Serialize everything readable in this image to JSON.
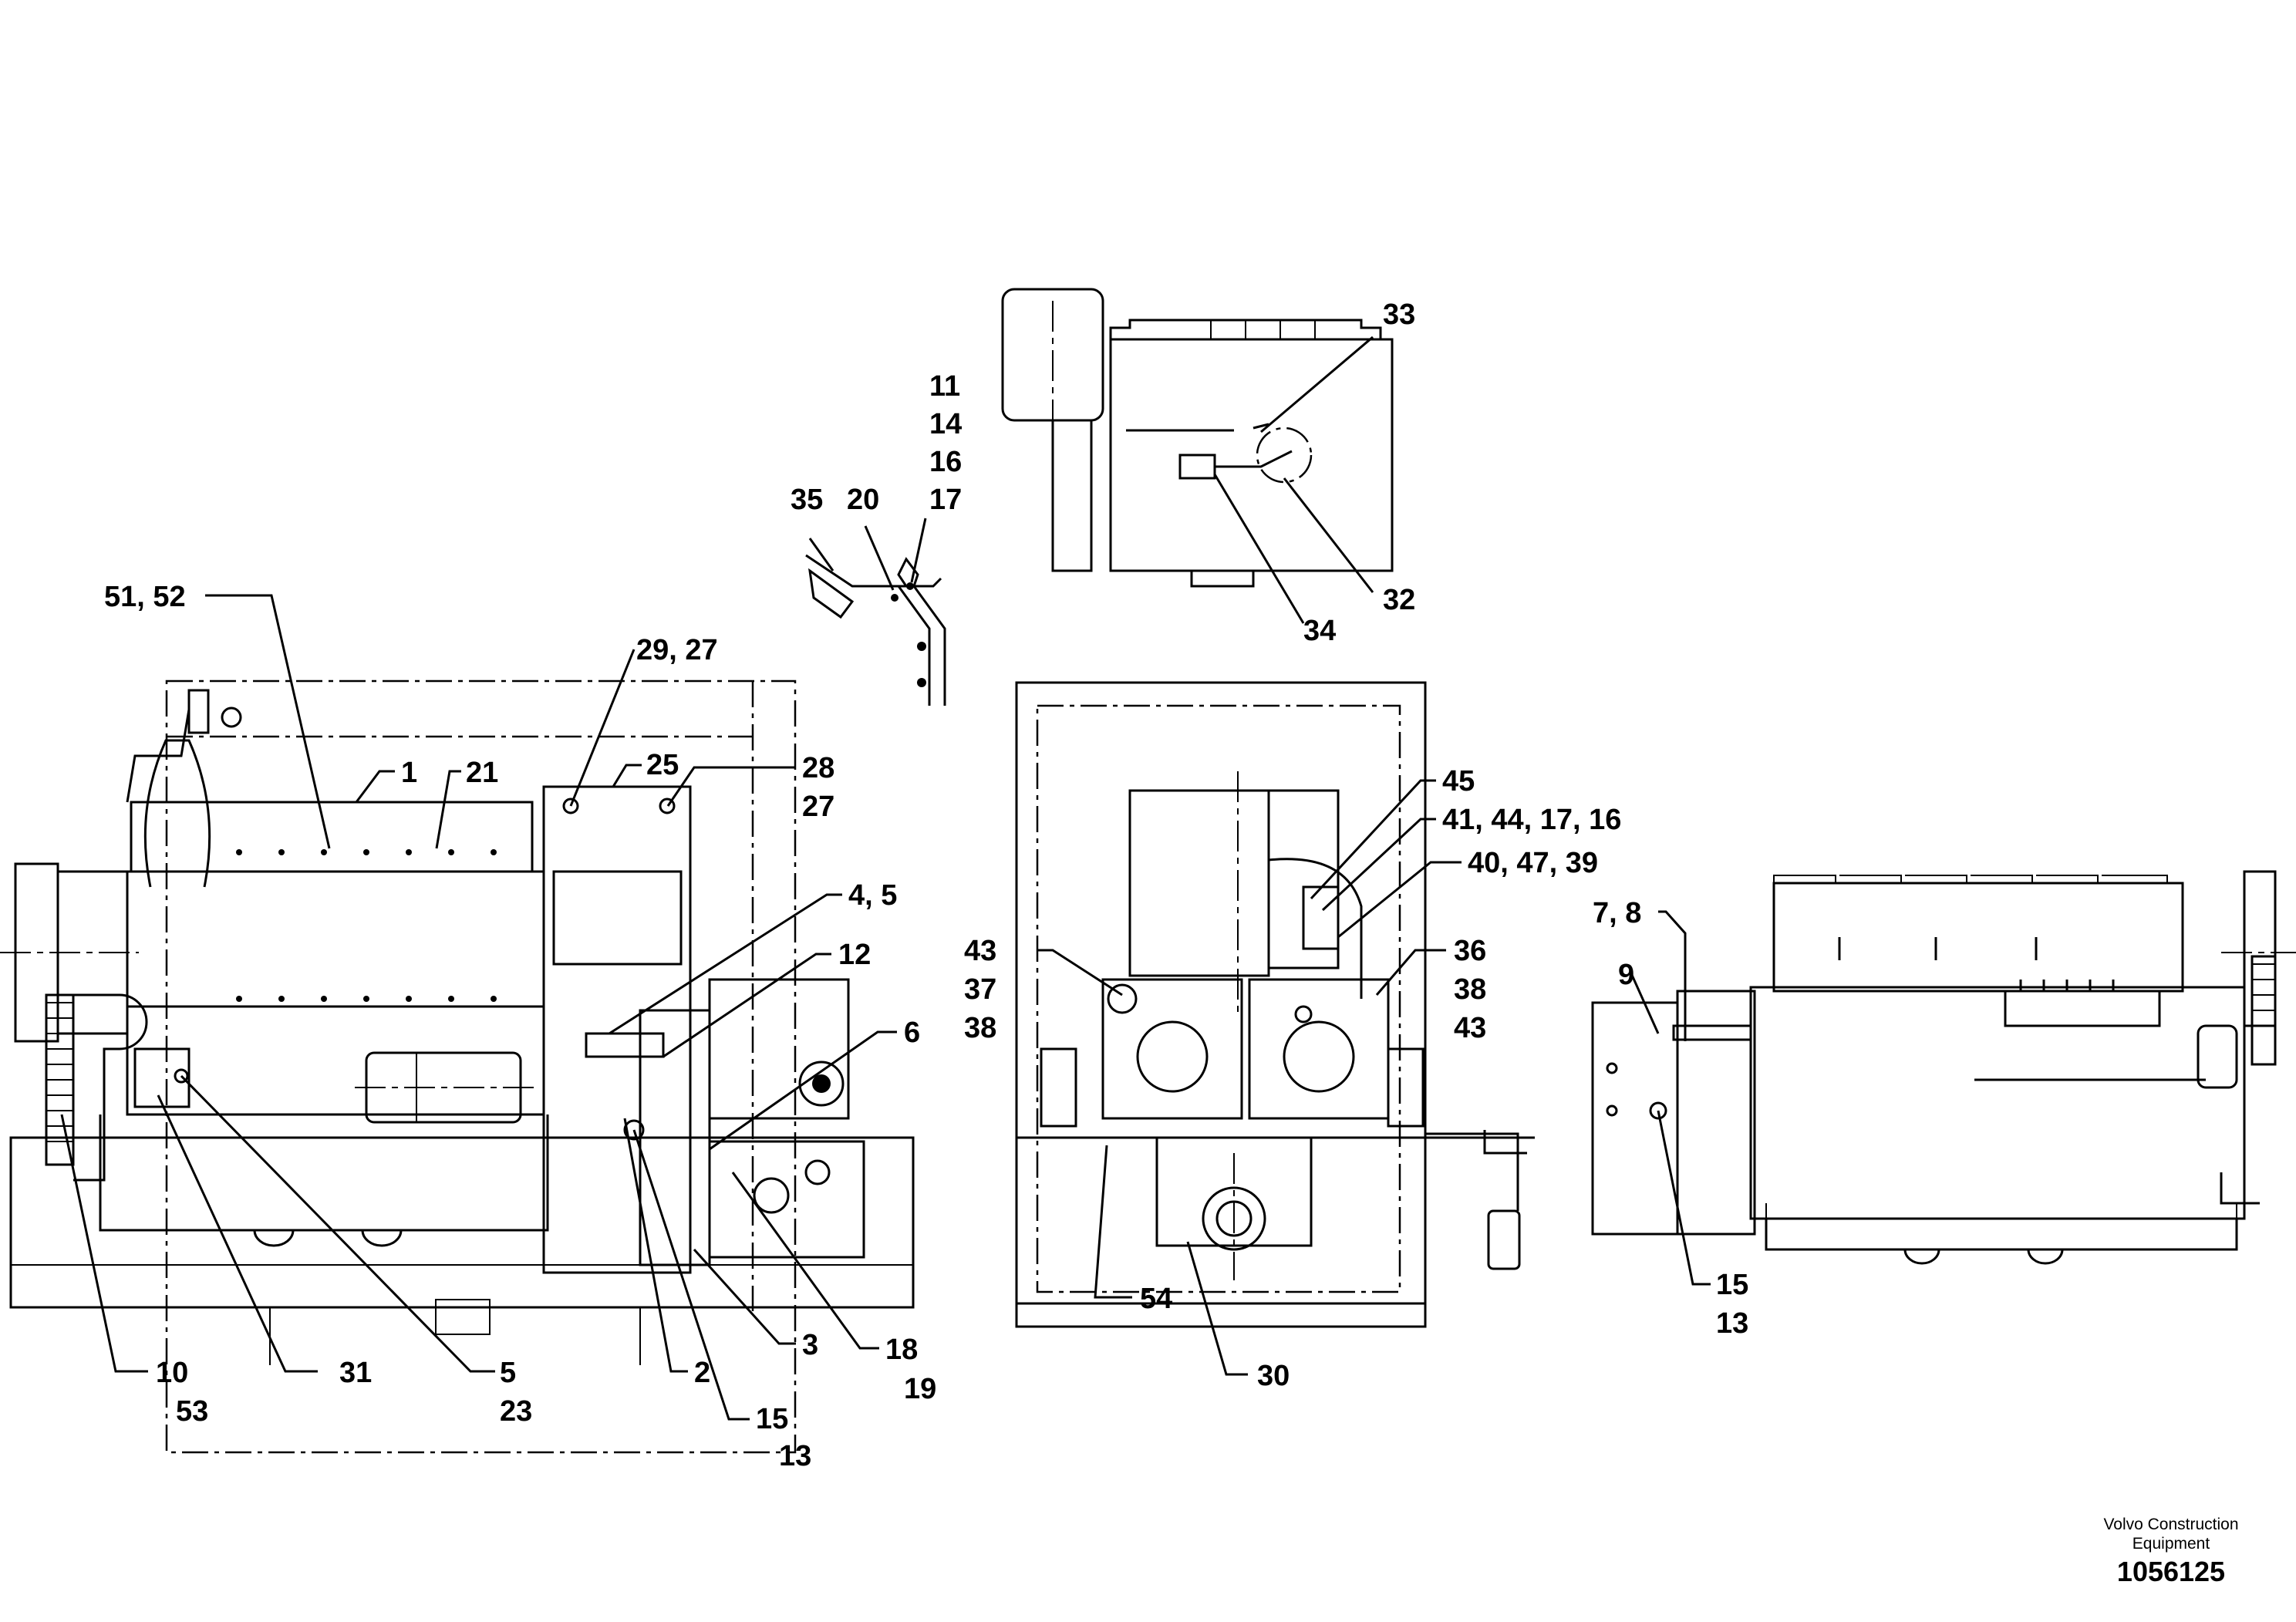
{
  "drawing": {
    "views": [
      {
        "name": "side-view-left"
      },
      {
        "name": "top-view-detail"
      },
      {
        "name": "front-view-center"
      },
      {
        "name": "side-view-right"
      }
    ],
    "callouts": [
      {
        "id": "c-51-52",
        "text": "51, 52"
      },
      {
        "id": "c-1",
        "text": "1"
      },
      {
        "id": "c-21",
        "text": "21"
      },
      {
        "id": "c-29-27",
        "text": "29, 27"
      },
      {
        "id": "c-25",
        "text": "25"
      },
      {
        "id": "c-28",
        "text": "28"
      },
      {
        "id": "c-27",
        "text": "27"
      },
      {
        "id": "c-35",
        "text": "35"
      },
      {
        "id": "c-20",
        "text": "20"
      },
      {
        "id": "c-11",
        "text": "11"
      },
      {
        "id": "c-14",
        "text": "14"
      },
      {
        "id": "c-16",
        "text": "16"
      },
      {
        "id": "c-17",
        "text": "17"
      },
      {
        "id": "c-4-5",
        "text": "4, 5"
      },
      {
        "id": "c-12",
        "text": "12"
      },
      {
        "id": "c-6",
        "text": "6"
      },
      {
        "id": "c-10",
        "text": "10"
      },
      {
        "id": "c-53",
        "text": "53"
      },
      {
        "id": "c-31",
        "text": "31"
      },
      {
        "id": "c-5",
        "text": "5"
      },
      {
        "id": "c-23",
        "text": "23"
      },
      {
        "id": "c-2",
        "text": "2"
      },
      {
        "id": "c-15a",
        "text": "15"
      },
      {
        "id": "c-13a",
        "text": "13"
      },
      {
        "id": "c-3",
        "text": "3"
      },
      {
        "id": "c-18",
        "text": "18"
      },
      {
        "id": "c-19",
        "text": "19"
      },
      {
        "id": "c-33",
        "text": "33"
      },
      {
        "id": "c-32",
        "text": "32"
      },
      {
        "id": "c-34",
        "text": "34"
      },
      {
        "id": "c-45",
        "text": "45"
      },
      {
        "id": "c-41-44-17-16",
        "text": "41, 44, 17, 16"
      },
      {
        "id": "c-40-47-39",
        "text": "40, 47, 39"
      },
      {
        "id": "c-43a",
        "text": "43"
      },
      {
        "id": "c-37",
        "text": "37"
      },
      {
        "id": "c-38a",
        "text": "38"
      },
      {
        "id": "c-36",
        "text": "36"
      },
      {
        "id": "c-38b",
        "text": "38"
      },
      {
        "id": "c-43b",
        "text": "43"
      },
      {
        "id": "c-54",
        "text": "54"
      },
      {
        "id": "c-30",
        "text": "30"
      },
      {
        "id": "c-7-8",
        "text": "7, 8"
      },
      {
        "id": "c-9",
        "text": "9"
      },
      {
        "id": "c-15b",
        "text": "15"
      },
      {
        "id": "c-13b",
        "text": "13"
      }
    ],
    "footer": {
      "company_line1": "Volvo Construction",
      "company_line2": "Equipment",
      "drawing_number": "1056125"
    }
  }
}
